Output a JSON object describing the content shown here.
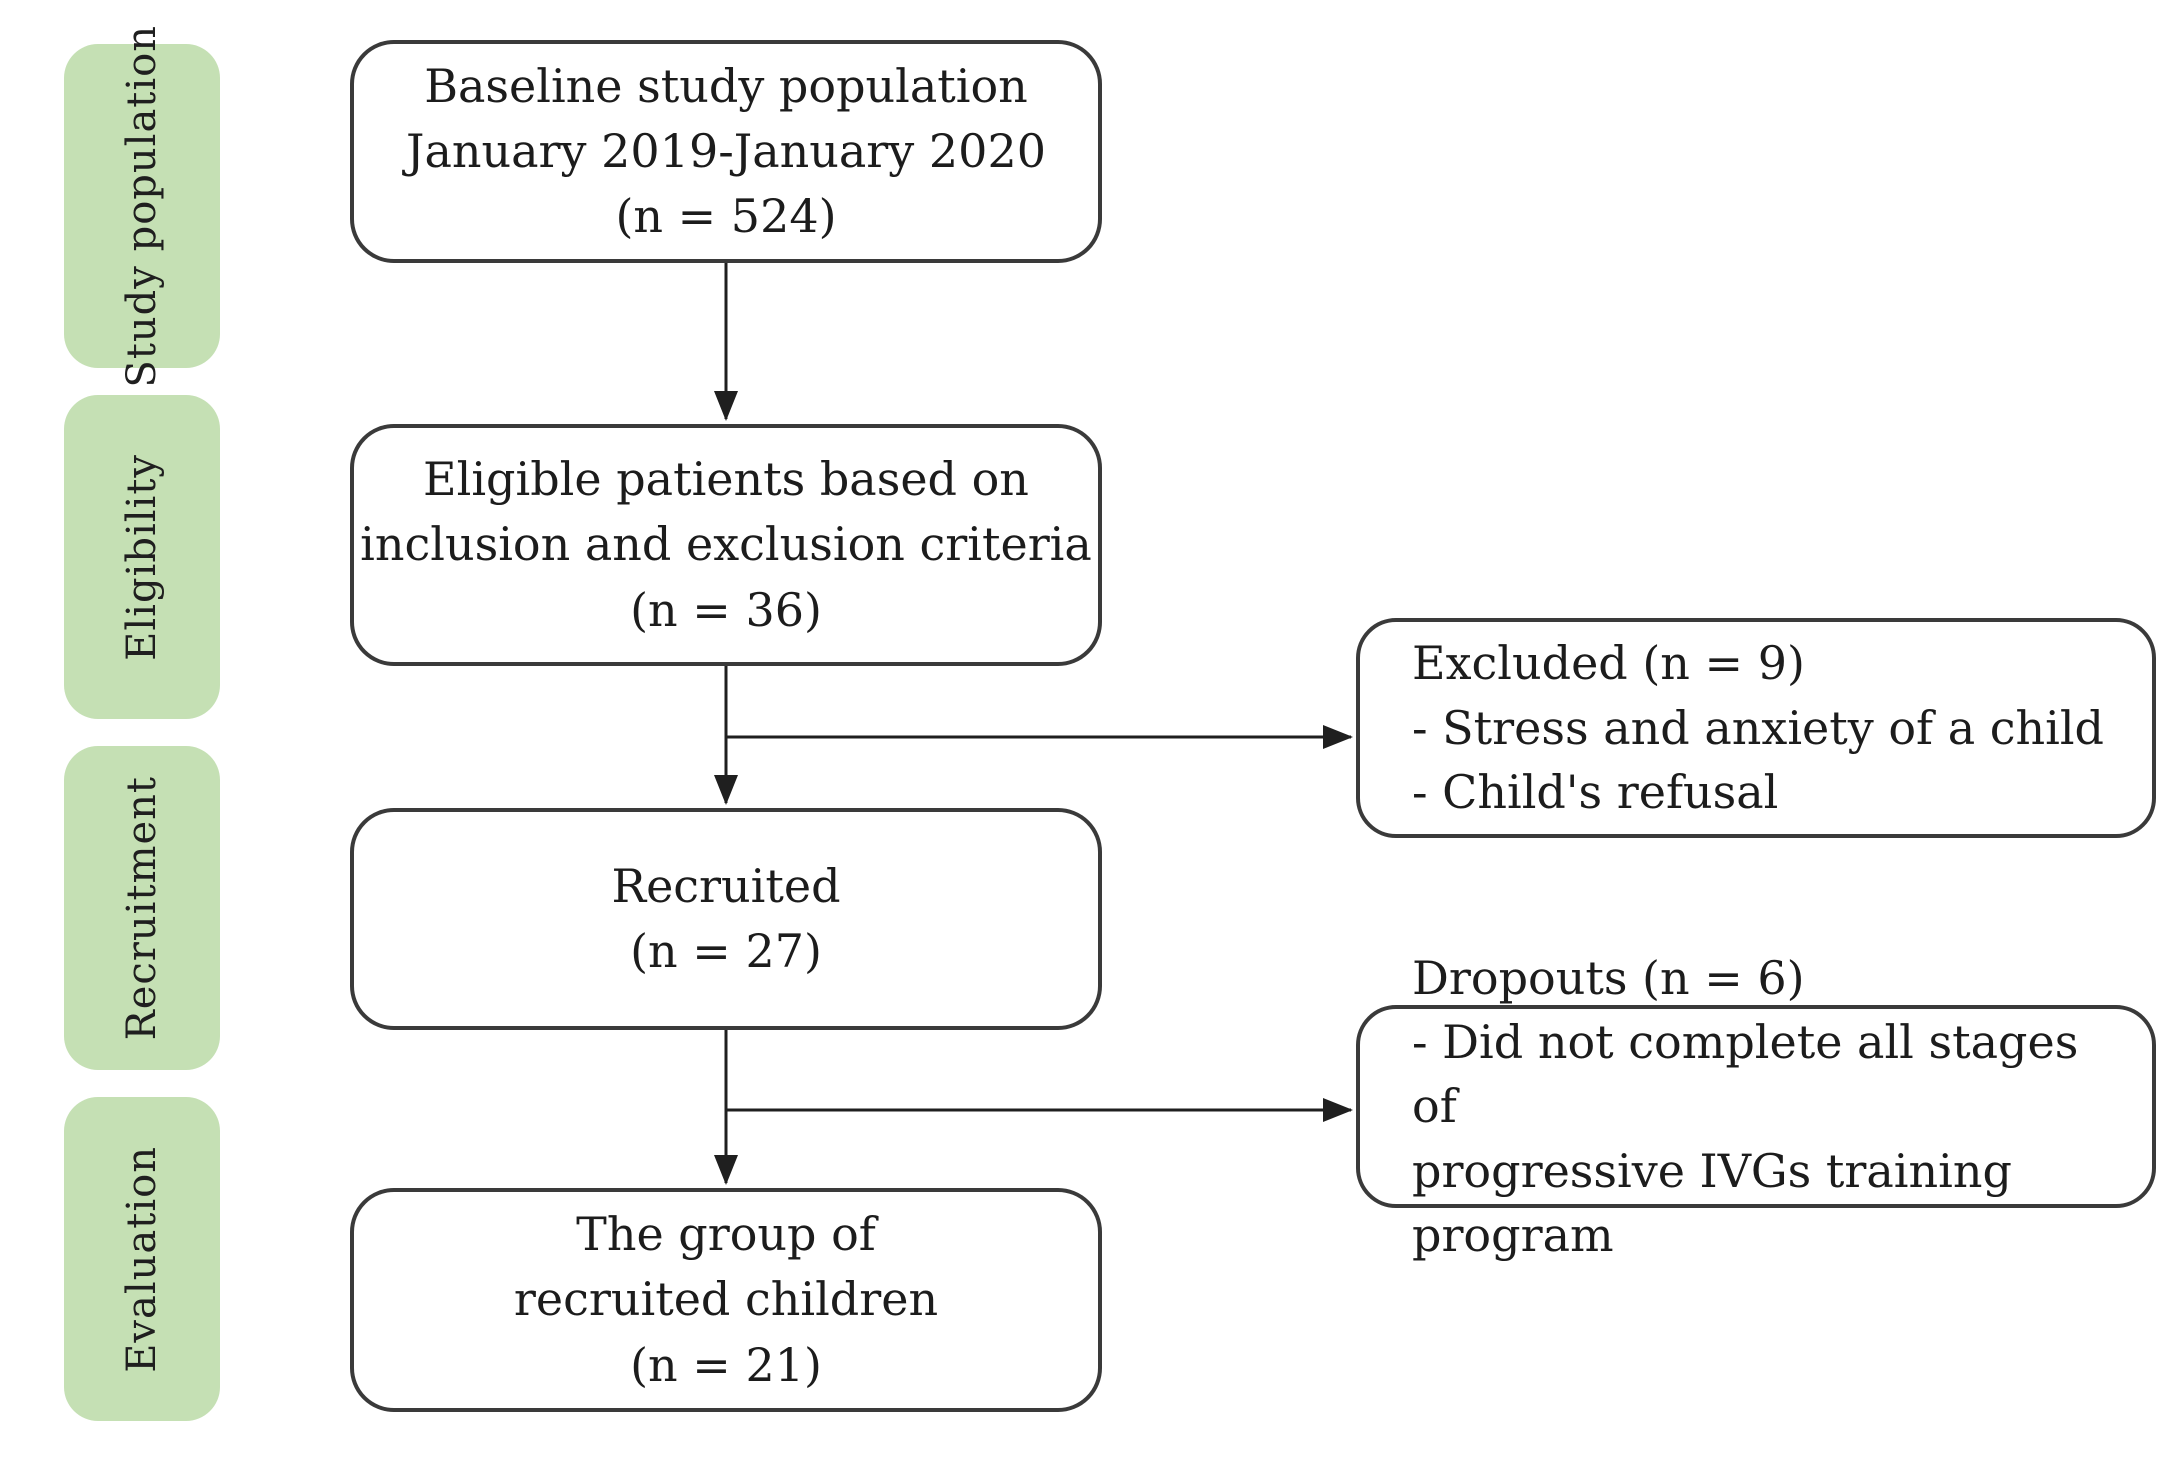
{
  "figure": {
    "type": "study-flow-diagram",
    "background": "#ffffff"
  },
  "colors": {
    "stage_fill": "#c5e0b4",
    "stage_text": "#1f1f1f",
    "box_border": "#3a3a3a",
    "box_fill": "#ffffff",
    "text": "#1c1c1c",
    "arrow": "#1f1f1f"
  },
  "stages": [
    {
      "label": "Study population"
    },
    {
      "label": "Eligibility"
    },
    {
      "label": "Recruitment"
    },
    {
      "label": "Evaluation"
    }
  ],
  "flow_boxes": [
    {
      "lines": [
        "Baseline study population",
        "January 2019-January 2020",
        "(n = 524)"
      ]
    },
    {
      "lines": [
        "Eligible patients based on",
        "inclusion and exclusion criteria",
        "(n = 36)"
      ]
    },
    {
      "lines": [
        "Recruited",
        "(n = 27)"
      ]
    },
    {
      "lines": [
        "The group of",
        "recruited children",
        "(n = 21)"
      ]
    }
  ],
  "side_boxes": [
    {
      "lines": [
        "Excluded (n = 9)",
        "- Stress and anxiety of a child",
        "- Child's refusal"
      ]
    },
    {
      "lines": [
        "Dropouts (n = 6)",
        "- Did not complete all stages of",
        "progressive IVGs training program"
      ]
    }
  ],
  "counts": {
    "baseline": 524,
    "eligible": 36,
    "excluded": 9,
    "recruited": 27,
    "dropouts": 6,
    "evaluated": 21
  }
}
